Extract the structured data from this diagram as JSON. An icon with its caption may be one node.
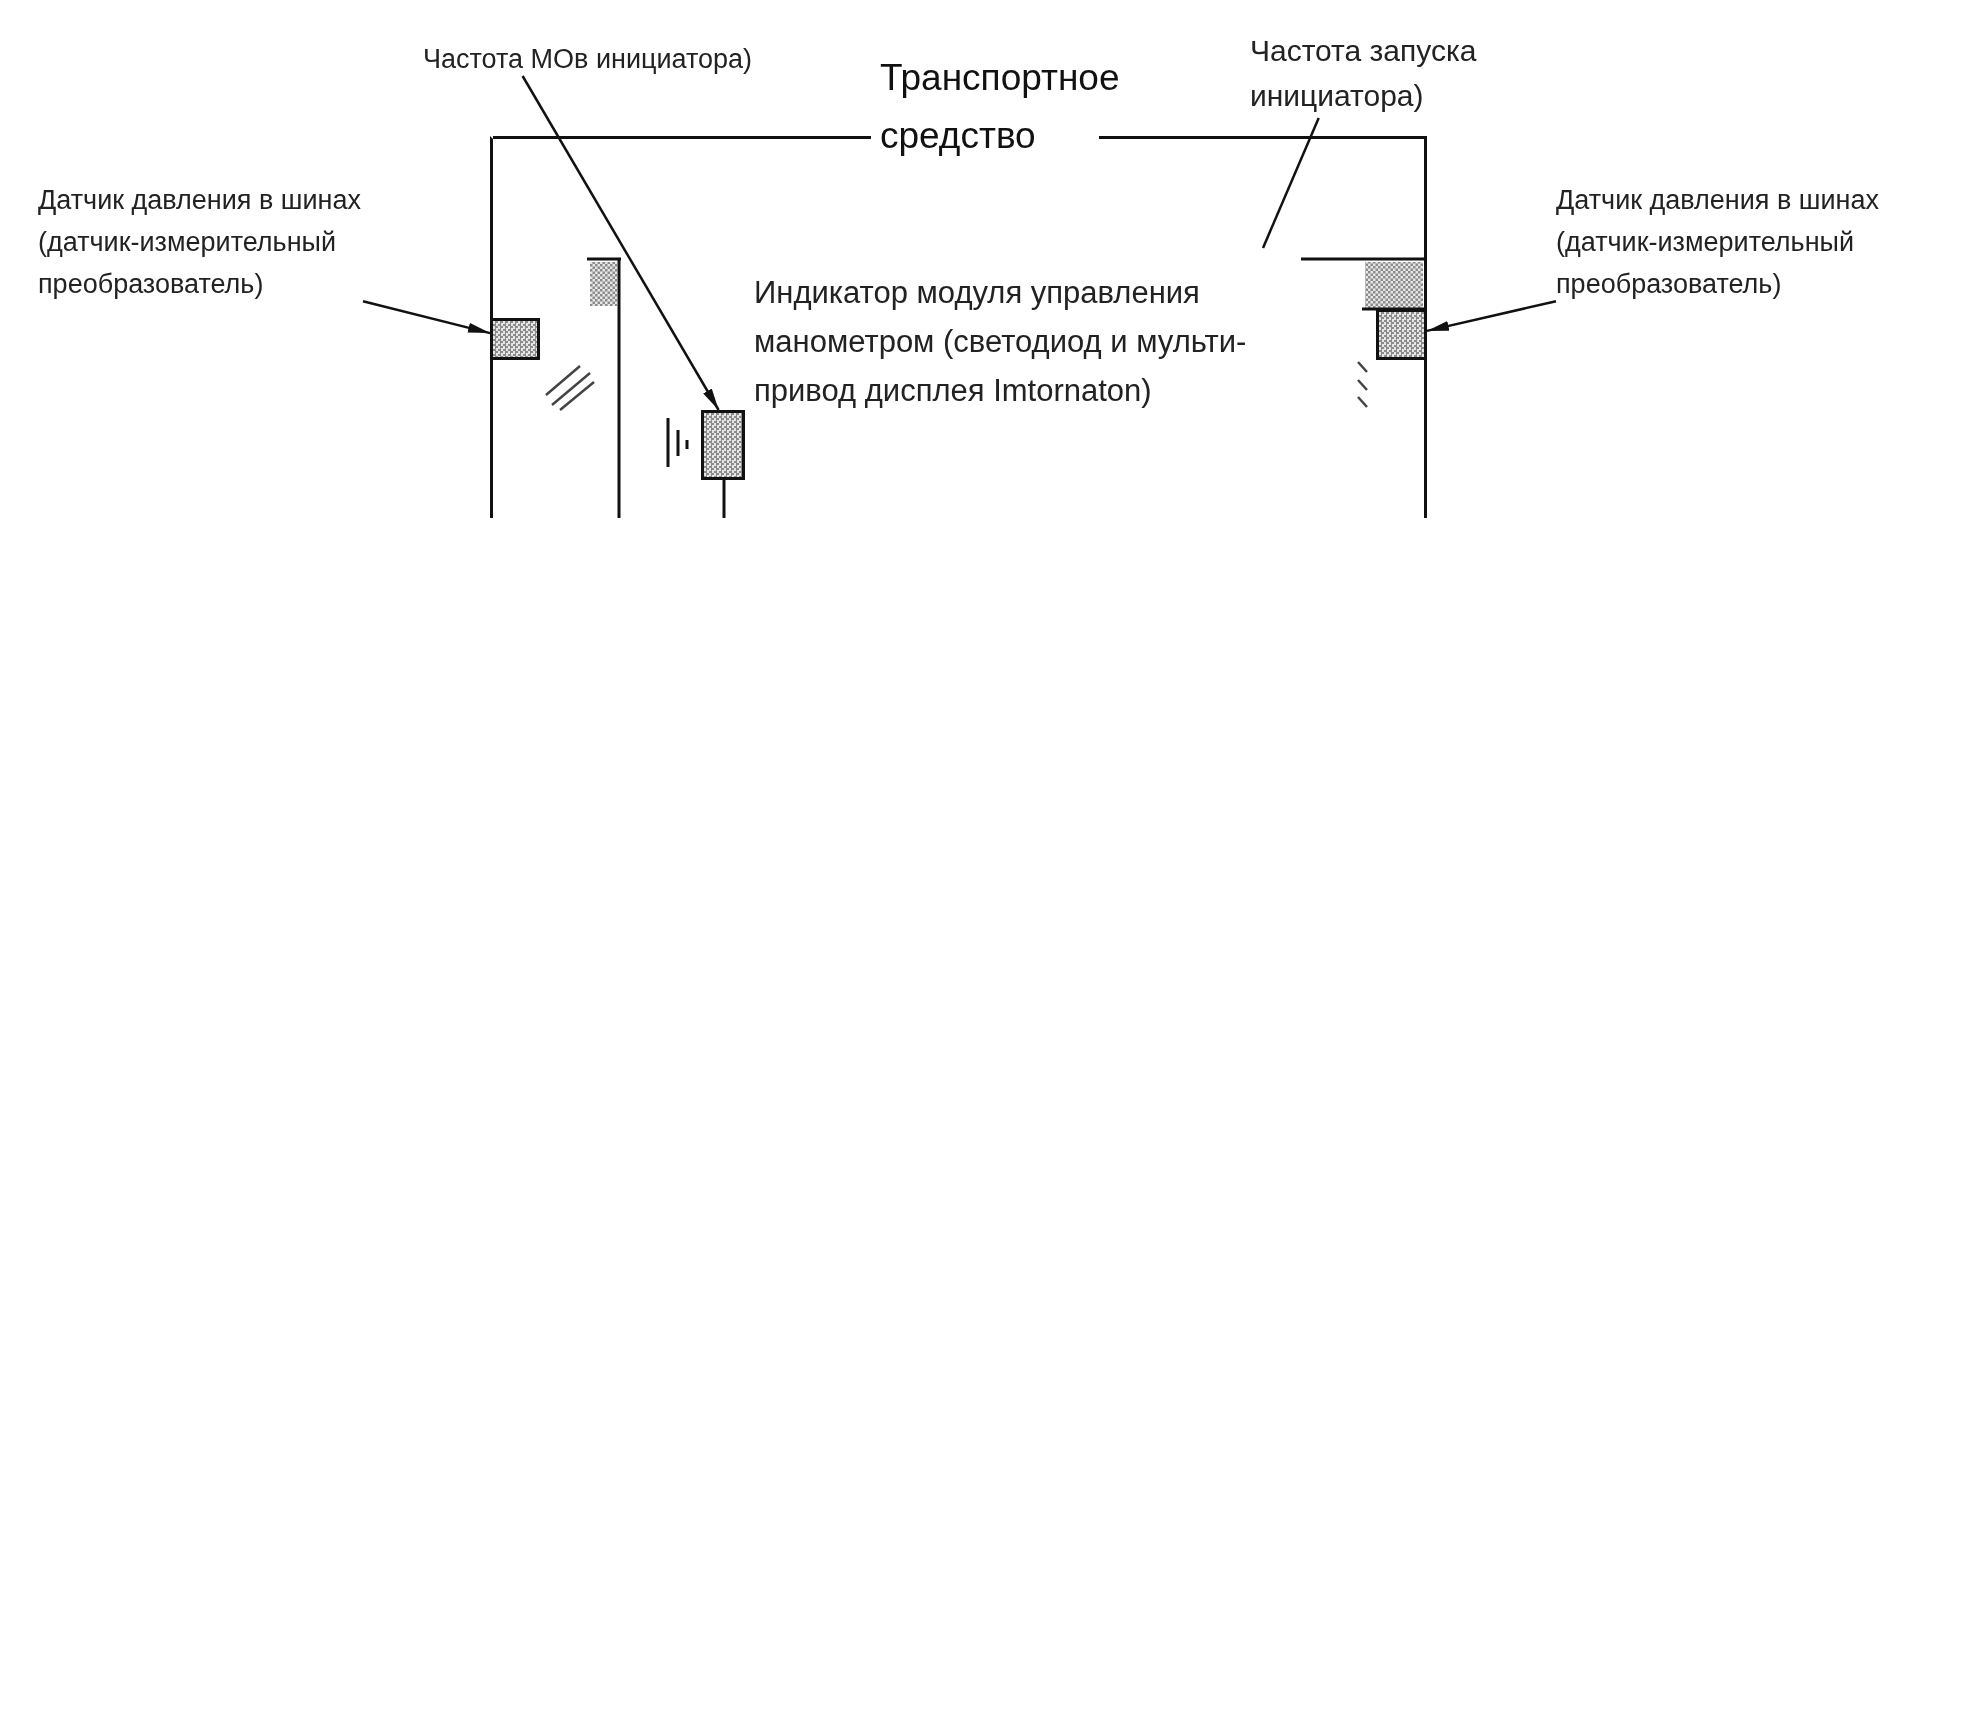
{
  "diagram": {
    "nodes": [
      {
        "text": [
          "Транспортное средство"
        ]
      },
      {
        "text": [
          "Частота МОв инициатора)"
        ]
      },
      {
        "text": [
          "Частота запуска инициатора)"
        ]
      },
      {
        "text": [
          "Датчик давления в шинах (датчик-измерительный преобразователь)"
        ]
      },
      {
        "text": [
          "Датчик давления в шинах (датчик-измерительный преобразователь)"
        ]
      },
      {
        "text": [],
        "shape": "box",
        "in": 0
      },
      {
        "text": [],
        "shape": "box",
        "in": 0,
        "beside": [
          "Индикатор модуля управления манометром (светодиод и мульти-привод дисплея Imtornaton)"
        ]
      },
      {
        "text": [],
        "shape": "box",
        "in": 0
      }
    ],
    "edges": [
      {
        "from": 1,
        "to": 6,
        "arrow": "to"
      },
      {
        "from": 2,
        "to": null,
        "arrow": "none"
      },
      {
        "from": 3,
        "to": 5,
        "arrow": "to"
      },
      {
        "from": 4,
        "to": 7,
        "arrow": "to"
      }
    ]
  }
}
